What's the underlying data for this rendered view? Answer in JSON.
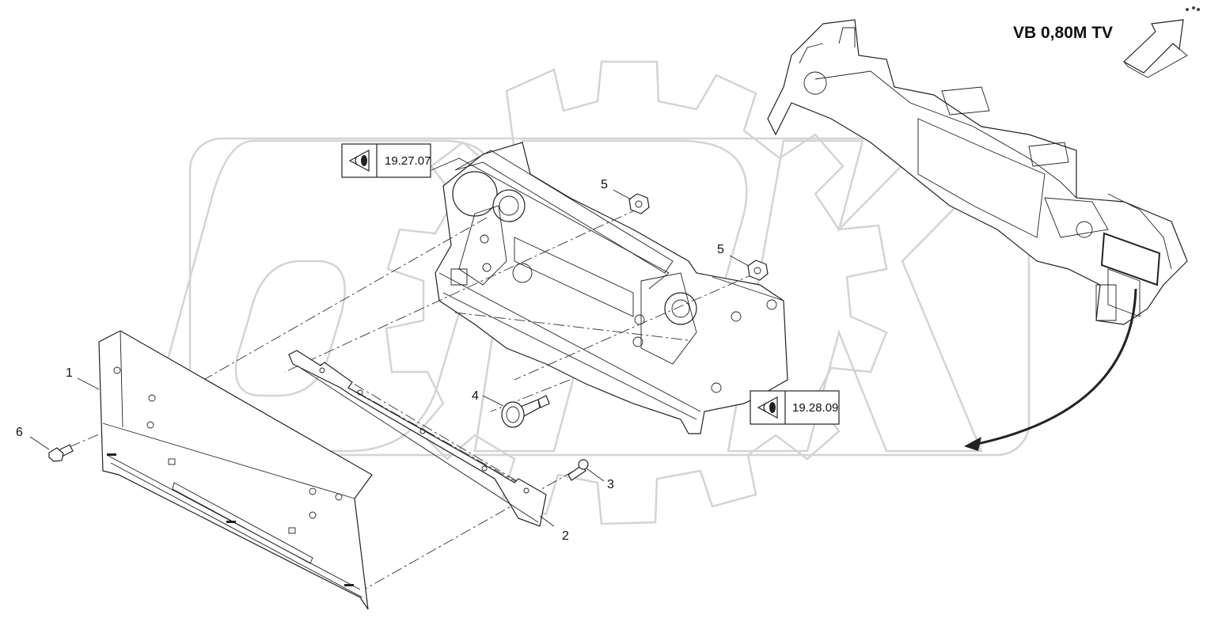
{
  "title": "VB 0,80M TV",
  "references": [
    {
      "id": "ref-top",
      "code": "19.27.07"
    },
    {
      "id": "ref-bottom",
      "code": "19.28.09"
    }
  ],
  "callouts": {
    "c1": "1",
    "c2": "2",
    "c3": "3",
    "c4": "4",
    "c5a": "5",
    "c5b": "5",
    "c6": "6"
  },
  "icons": [
    "eye-view-icon",
    "direction-arrow-icon"
  ],
  "colors": {
    "ink": "#222222",
    "watermark": "#d4d4d4",
    "background": "#ffffff"
  }
}
